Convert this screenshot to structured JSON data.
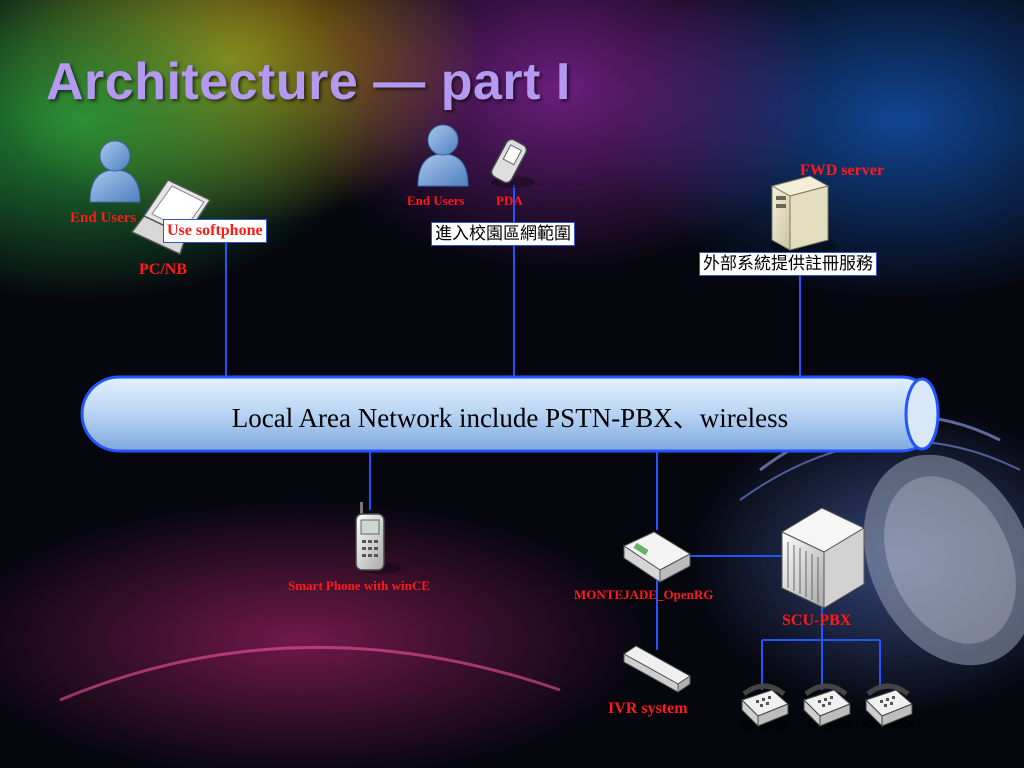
{
  "slide": {
    "title": "Architecture — part I"
  },
  "nodes": {
    "end_users_left": "End Users",
    "use_softphone": "Use softphone",
    "pc_nb": "PC/NB",
    "end_users_top": "End Users",
    "pda": "PDA",
    "campus_network": "進入校園區網範圍",
    "fwd_server": "FWD server",
    "external_registration": "外部系統提供註冊服務",
    "lan": "Local Area Network include PSTN-PBX、wireless",
    "smart_phone": "Smart Phone with winCE",
    "montejade": "MONTEJADE_OpenRG",
    "scu_pbx": "SCU-PBX",
    "ivr": "IVR system"
  },
  "colors": {
    "title": "#b39af0",
    "label_red": "#ff1a1a",
    "link_blue": "#2255ff",
    "lan_fill": "#b8d4f4"
  },
  "icons": [
    "user-icon",
    "laptop-icon",
    "pda-icon",
    "server-icon",
    "smartphone-icon",
    "router-icon",
    "pbx-server-icon",
    "ivr-device-icon",
    "telephone-icon"
  ]
}
